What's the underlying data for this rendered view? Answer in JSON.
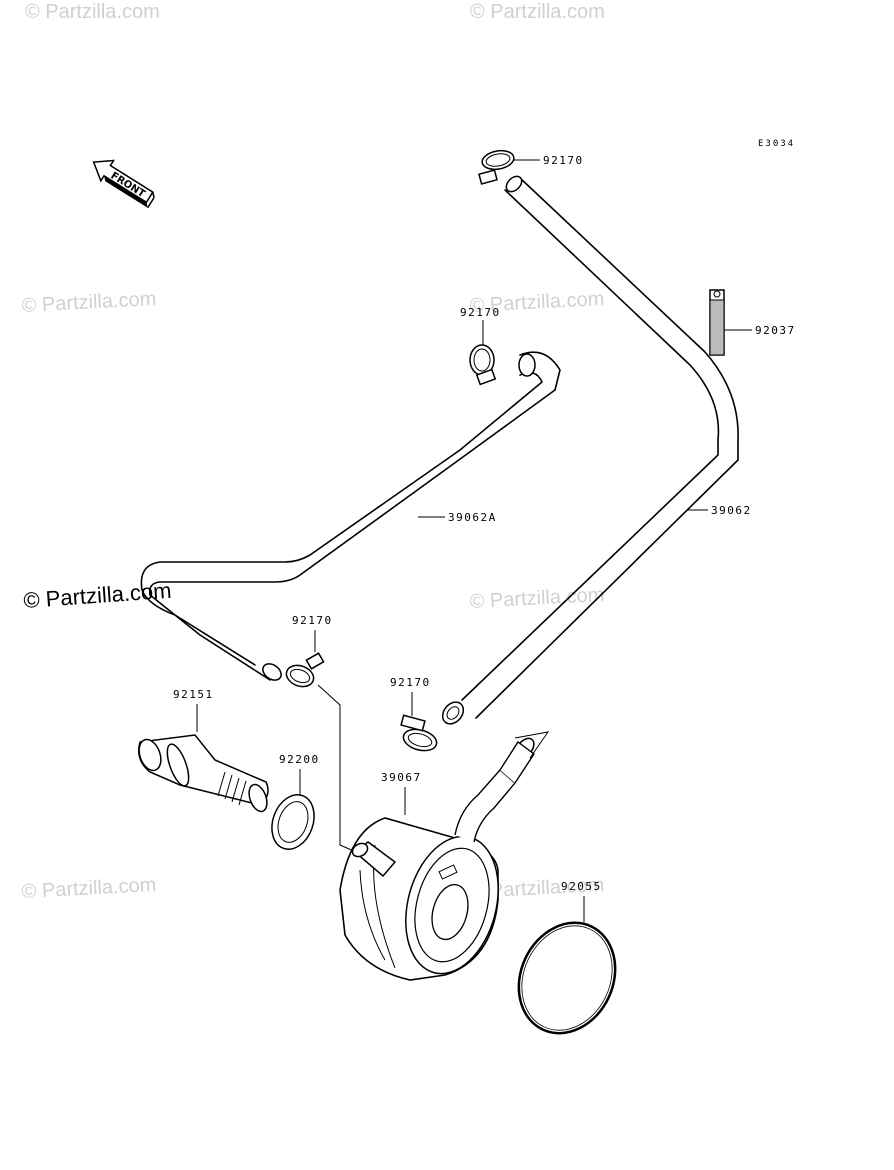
{
  "diagram_code": "E3034",
  "front_label": "FRONT",
  "watermark_main": "© Partzilla.com",
  "watermarks": [
    "© Partzilla.com",
    "© Partzilla.com",
    "© Partzilla.com",
    "© Partzilla.com",
    "© Partzilla.com",
    "© Partzilla.com",
    "© Partzilla.com",
    "© Partzilla.com"
  ],
  "labels": {
    "clamp_top": "92170",
    "clamp_mid": "92170",
    "clamp_left": "92170",
    "clamp_right": "92170",
    "hose_right": "39062",
    "hose_left": "39062A",
    "band": "92037",
    "bolt": "92151",
    "washer": "92200",
    "cooler": "39067",
    "oring": "92055"
  }
}
